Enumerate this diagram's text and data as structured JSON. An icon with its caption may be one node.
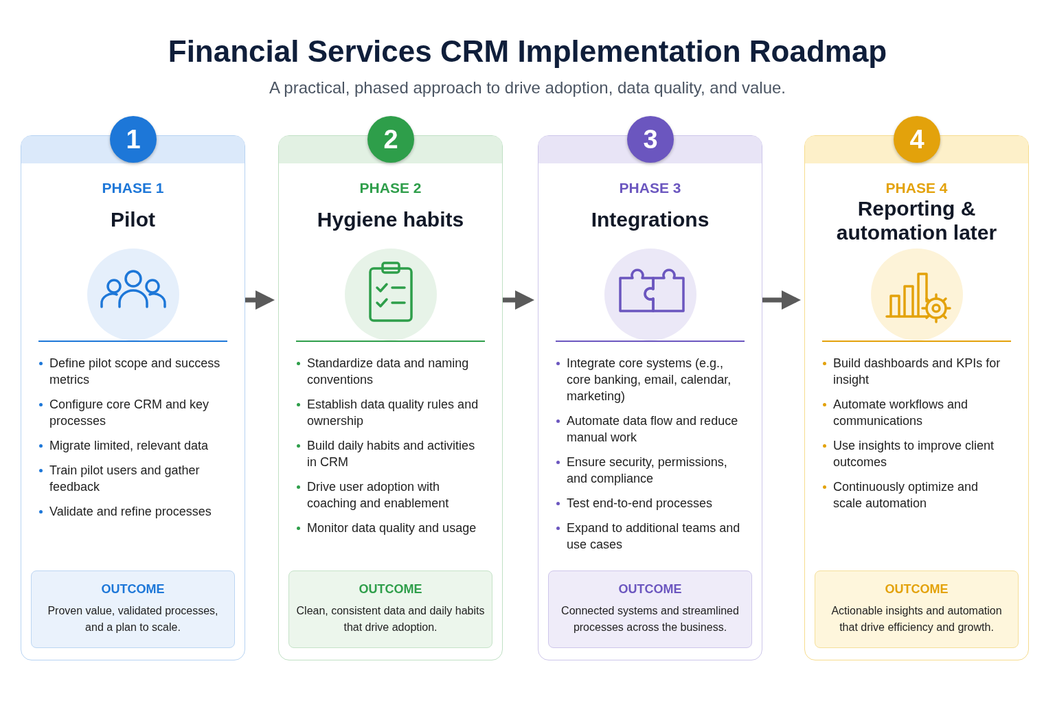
{
  "diagram": {
    "title": "Financial Services CRM Implementation Roadmap",
    "nodes": [
      {
        "text": [
          "PHASE 1",
          "Pilot",
          "Define pilot scope and success metrics",
          "Configure core CRM and key processes",
          "Migrate limited, relevant data",
          "Train pilot users and gather feedback",
          "Validate and refine processes"
        ]
      },
      {
        "text": [
          "1"
        ],
        "in": 0
      },
      {
        "text": [
          "OUTCOME",
          "Proven value, validated processes, and a plan to scale."
        ],
        "in": 0
      },
      {
        "text": [
          "PHASE 2",
          "Hygiene habits",
          "Standardize data and naming conventions",
          "Establish data quality rules and ownership",
          "Build daily habits and activities in CRM",
          "Drive user adoption with coaching and enablement",
          "Monitor data quality and usage"
        ]
      },
      {
        "text": [
          "2"
        ],
        "in": 3
      },
      {
        "text": [
          "OUTCOME",
          "Clean, consistent data and daily habits that drive adoption."
        ],
        "in": 3
      },
      {
        "text": [
          "PHASE 3",
          "Integrations",
          "Integrate core systems (e.g., core banking, email, calendar, marketing)",
          "Automate data flow and reduce manual work",
          "Ensure security, permissions, and compliance",
          "Test end-to-end processes",
          "Expand to additional teams and use cases"
        ]
      },
      {
        "text": [
          "3"
        ],
        "in": 6
      },
      {
        "text": [
          "OUTCOME",
          "Connected systems and streamlined processes across the business."
        ],
        "in": 6
      },
      {
        "text": [
          "PHASE 4",
          "Reporting & automation later",
          "Build dashboards and KPIs for insight",
          "Automate workflows and communications",
          "Use insights to improve client outcomes",
          "Continuously optimize and scale automation"
        ]
      },
      {
        "text": [
          "4"
        ],
        "in": 9
      },
      {
        "text": [
          "OUTCOME",
          "Actionable insights and automation that drive efficiency and growth."
        ],
        "in": 9
      }
    ],
    "edges": [
      {
        "from": 0,
        "to": 3,
        "arrow": "to"
      },
      {
        "from": 3,
        "to": 6,
        "arrow": "to"
      },
      {
        "from": 6,
        "to": 9,
        "arrow": "to"
      }
    ],
    "labels": [
      "A practical, phased approach to drive adoption, data quality, and value."
    ]
  }
}
